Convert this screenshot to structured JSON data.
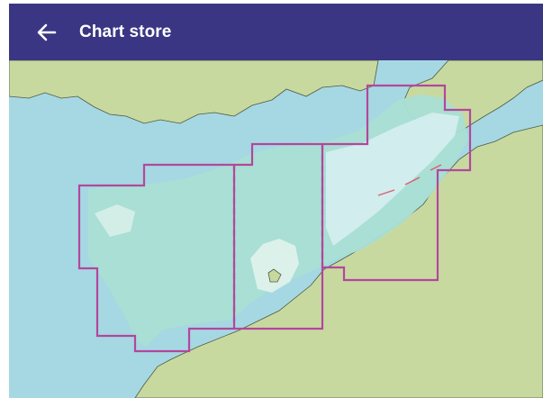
{
  "app_bar": {
    "title": "Chart store",
    "back_icon": "arrow-left-icon",
    "background": "#3a3683"
  },
  "map": {
    "colors": {
      "sea": "#a5d8e2",
      "land": "#c8d9a0",
      "coast": "#4e5a42",
      "chart_fill": "#a9dfd4",
      "chart_border": "#b3479c"
    },
    "chart_regions": [
      {
        "name": "chart-region-west"
      },
      {
        "name": "chart-region-central"
      },
      {
        "name": "chart-region-east"
      }
    ]
  }
}
